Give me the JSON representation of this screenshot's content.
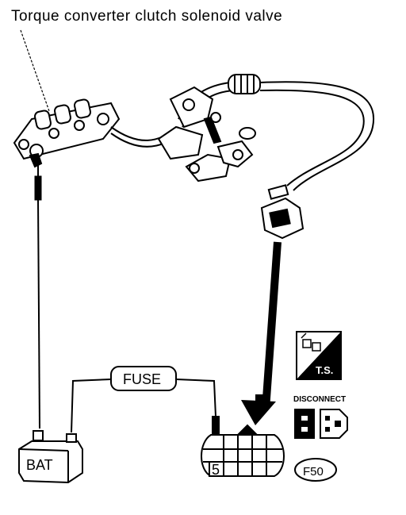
{
  "diagram": {
    "title": "Torque converter clutch solenoid valve",
    "fuse_label": "FUSE",
    "battery_label": "BAT",
    "connector_pin": "5",
    "ts_label": "T.S.",
    "disconnect_label": "DISCONNECT",
    "connector_code": "F50"
  }
}
